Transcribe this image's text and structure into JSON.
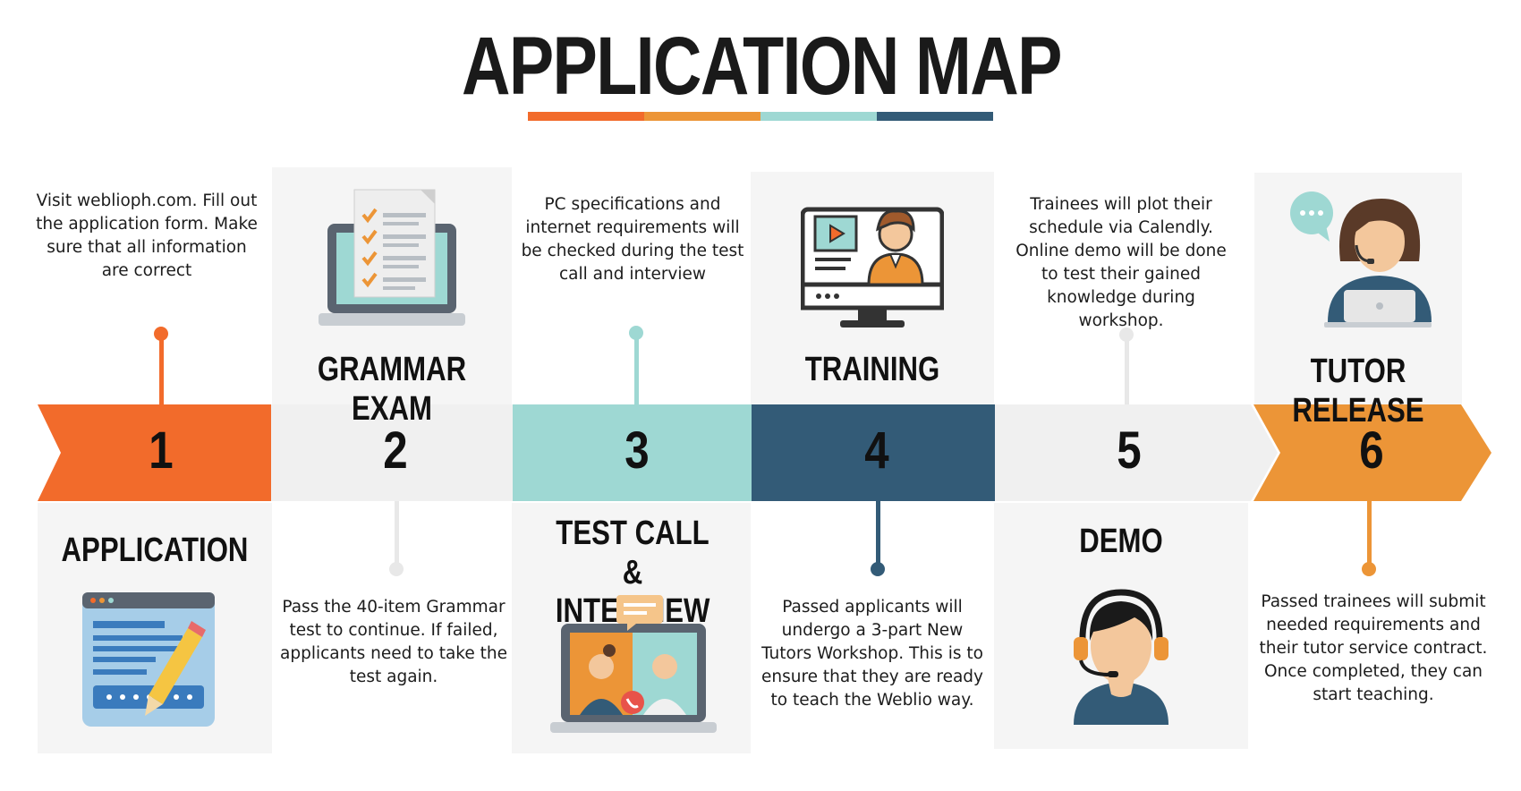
{
  "title": "APPLICATION MAP",
  "colors": {
    "orange_red": "#f26b2b",
    "orange": "#ec9537",
    "teal": "#9ed8d3",
    "navy": "#335b77",
    "light_gray": "#f0f0f0",
    "panel_gray": "#f5f5f5"
  },
  "steps": [
    {
      "number": "1",
      "name": "APPLICATION",
      "description": "Visit weblioph.com. Fill out the application form. Make sure that all information are correct",
      "icon": "browser-edit-icon"
    },
    {
      "number": "2",
      "name": "GRAMMAR EXAM",
      "description": "Pass the 40-item Grammar test to continue. If failed, applicants need to take the test again.",
      "icon": "laptop-checklist-icon"
    },
    {
      "number": "3",
      "name": "TEST CALL & INTERVIEW",
      "description": "PC specifications and internet requirements will be checked during the test call and interview",
      "icon": "laptop-video-call-icon"
    },
    {
      "number": "4",
      "name": "TRAINING",
      "description": "Passed applicants will undergo a 3-part New Tutors Workshop. This is to ensure that they are ready to teach the Weblio way.",
      "icon": "monitor-teacher-icon"
    },
    {
      "number": "5",
      "name": "DEMO",
      "description": "Trainees will plot their schedule via Calendly. Online demo will be done to test their gained knowledge during workshop.",
      "icon": "headset-agent-icon"
    },
    {
      "number": "6",
      "name": "TUTOR RELEASE",
      "description": "Passed trainees will submit needed requirements and their tutor service contract. Once completed, they can start teaching.",
      "icon": "tutor-laptop-icon"
    }
  ]
}
